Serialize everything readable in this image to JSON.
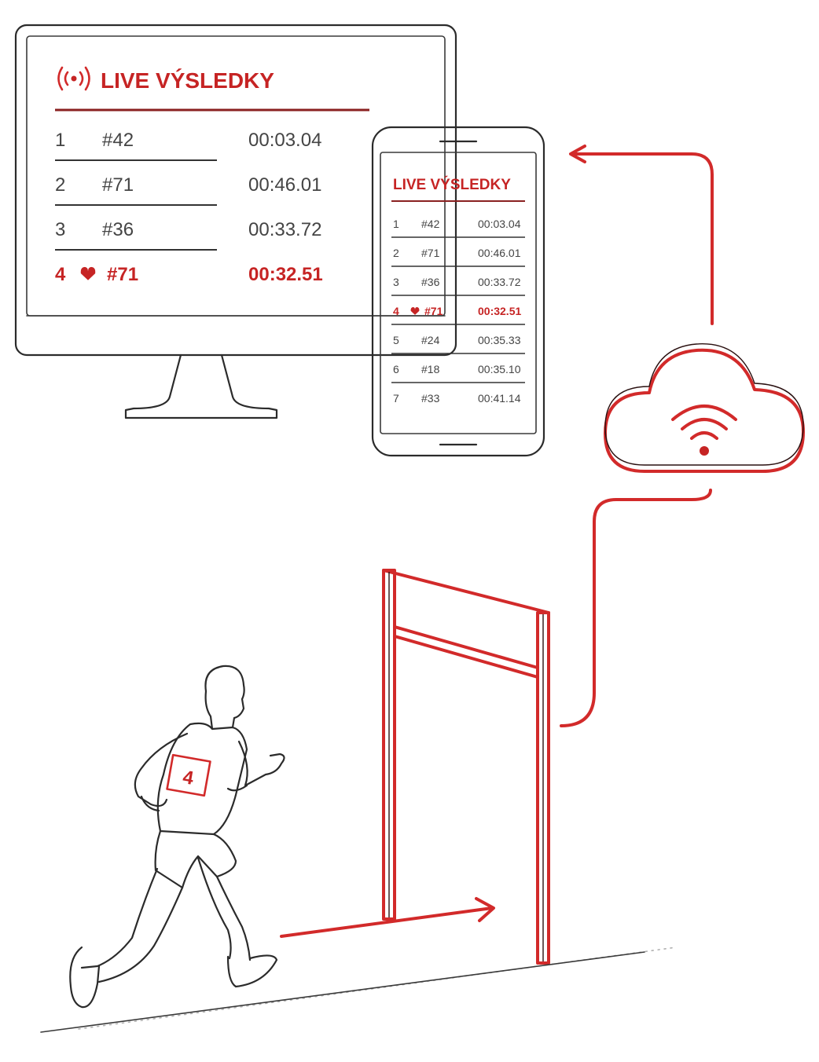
{
  "desktop": {
    "title": "LIVE VÝSLEDKY",
    "rows": [
      {
        "rank": "1",
        "bib": "#42",
        "time": "00:03.04"
      },
      {
        "rank": "2",
        "bib": "#71",
        "time": "00:46.01"
      },
      {
        "rank": "3",
        "bib": "#36",
        "time": "00:33.72"
      },
      {
        "rank": "4",
        "bib": "#71",
        "time": "00:32.51",
        "highlight": true
      }
    ]
  },
  "phone": {
    "title": "LIVE VÝSLEDKY",
    "rows": [
      {
        "rank": "1",
        "bib": "#42",
        "time": "00:03.04"
      },
      {
        "rank": "2",
        "bib": "#71",
        "time": "00:46.01"
      },
      {
        "rank": "3",
        "bib": "#36",
        "time": "00:33.72"
      },
      {
        "rank": "4",
        "bib": "#71",
        "time": "00:32.51",
        "highlight": true
      },
      {
        "rank": "5",
        "bib": "#24",
        "time": "00:35.33"
      },
      {
        "rank": "6",
        "bib": "#18",
        "time": "00:35.10"
      },
      {
        "rank": "7",
        "bib": "#33",
        "time": "00:41.14"
      }
    ]
  },
  "runner": {
    "bib_number": "4"
  },
  "colors": {
    "accent": "#d22a2a",
    "ink": "#2b2b2b"
  },
  "icons": [
    "broadcast-icon",
    "heart-icon",
    "cloud-wifi-icon",
    "arrow-icon"
  ]
}
